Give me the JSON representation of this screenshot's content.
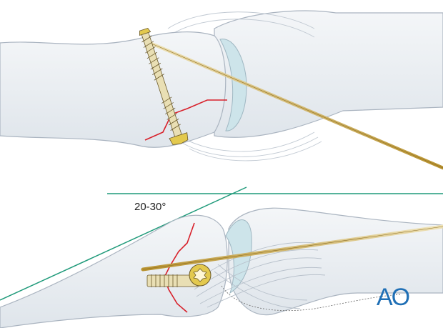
{
  "figure": {
    "angle_label": "20-30°",
    "logo_text": "AO"
  },
  "colors": {
    "bone_fill": "#e8ecf0",
    "bone_outline": "#aab4c0",
    "cartilage": "#cde4ea",
    "fracture_line": "#d8202a",
    "guide_line": "#1f9a7a",
    "screw_fill": "#e9dfb4",
    "screw_outline": "#6b5a2b",
    "kwire": "#c9a13f",
    "logo": "#1f6fb5"
  },
  "icons": {
    "logo": "ao-logo"
  }
}
